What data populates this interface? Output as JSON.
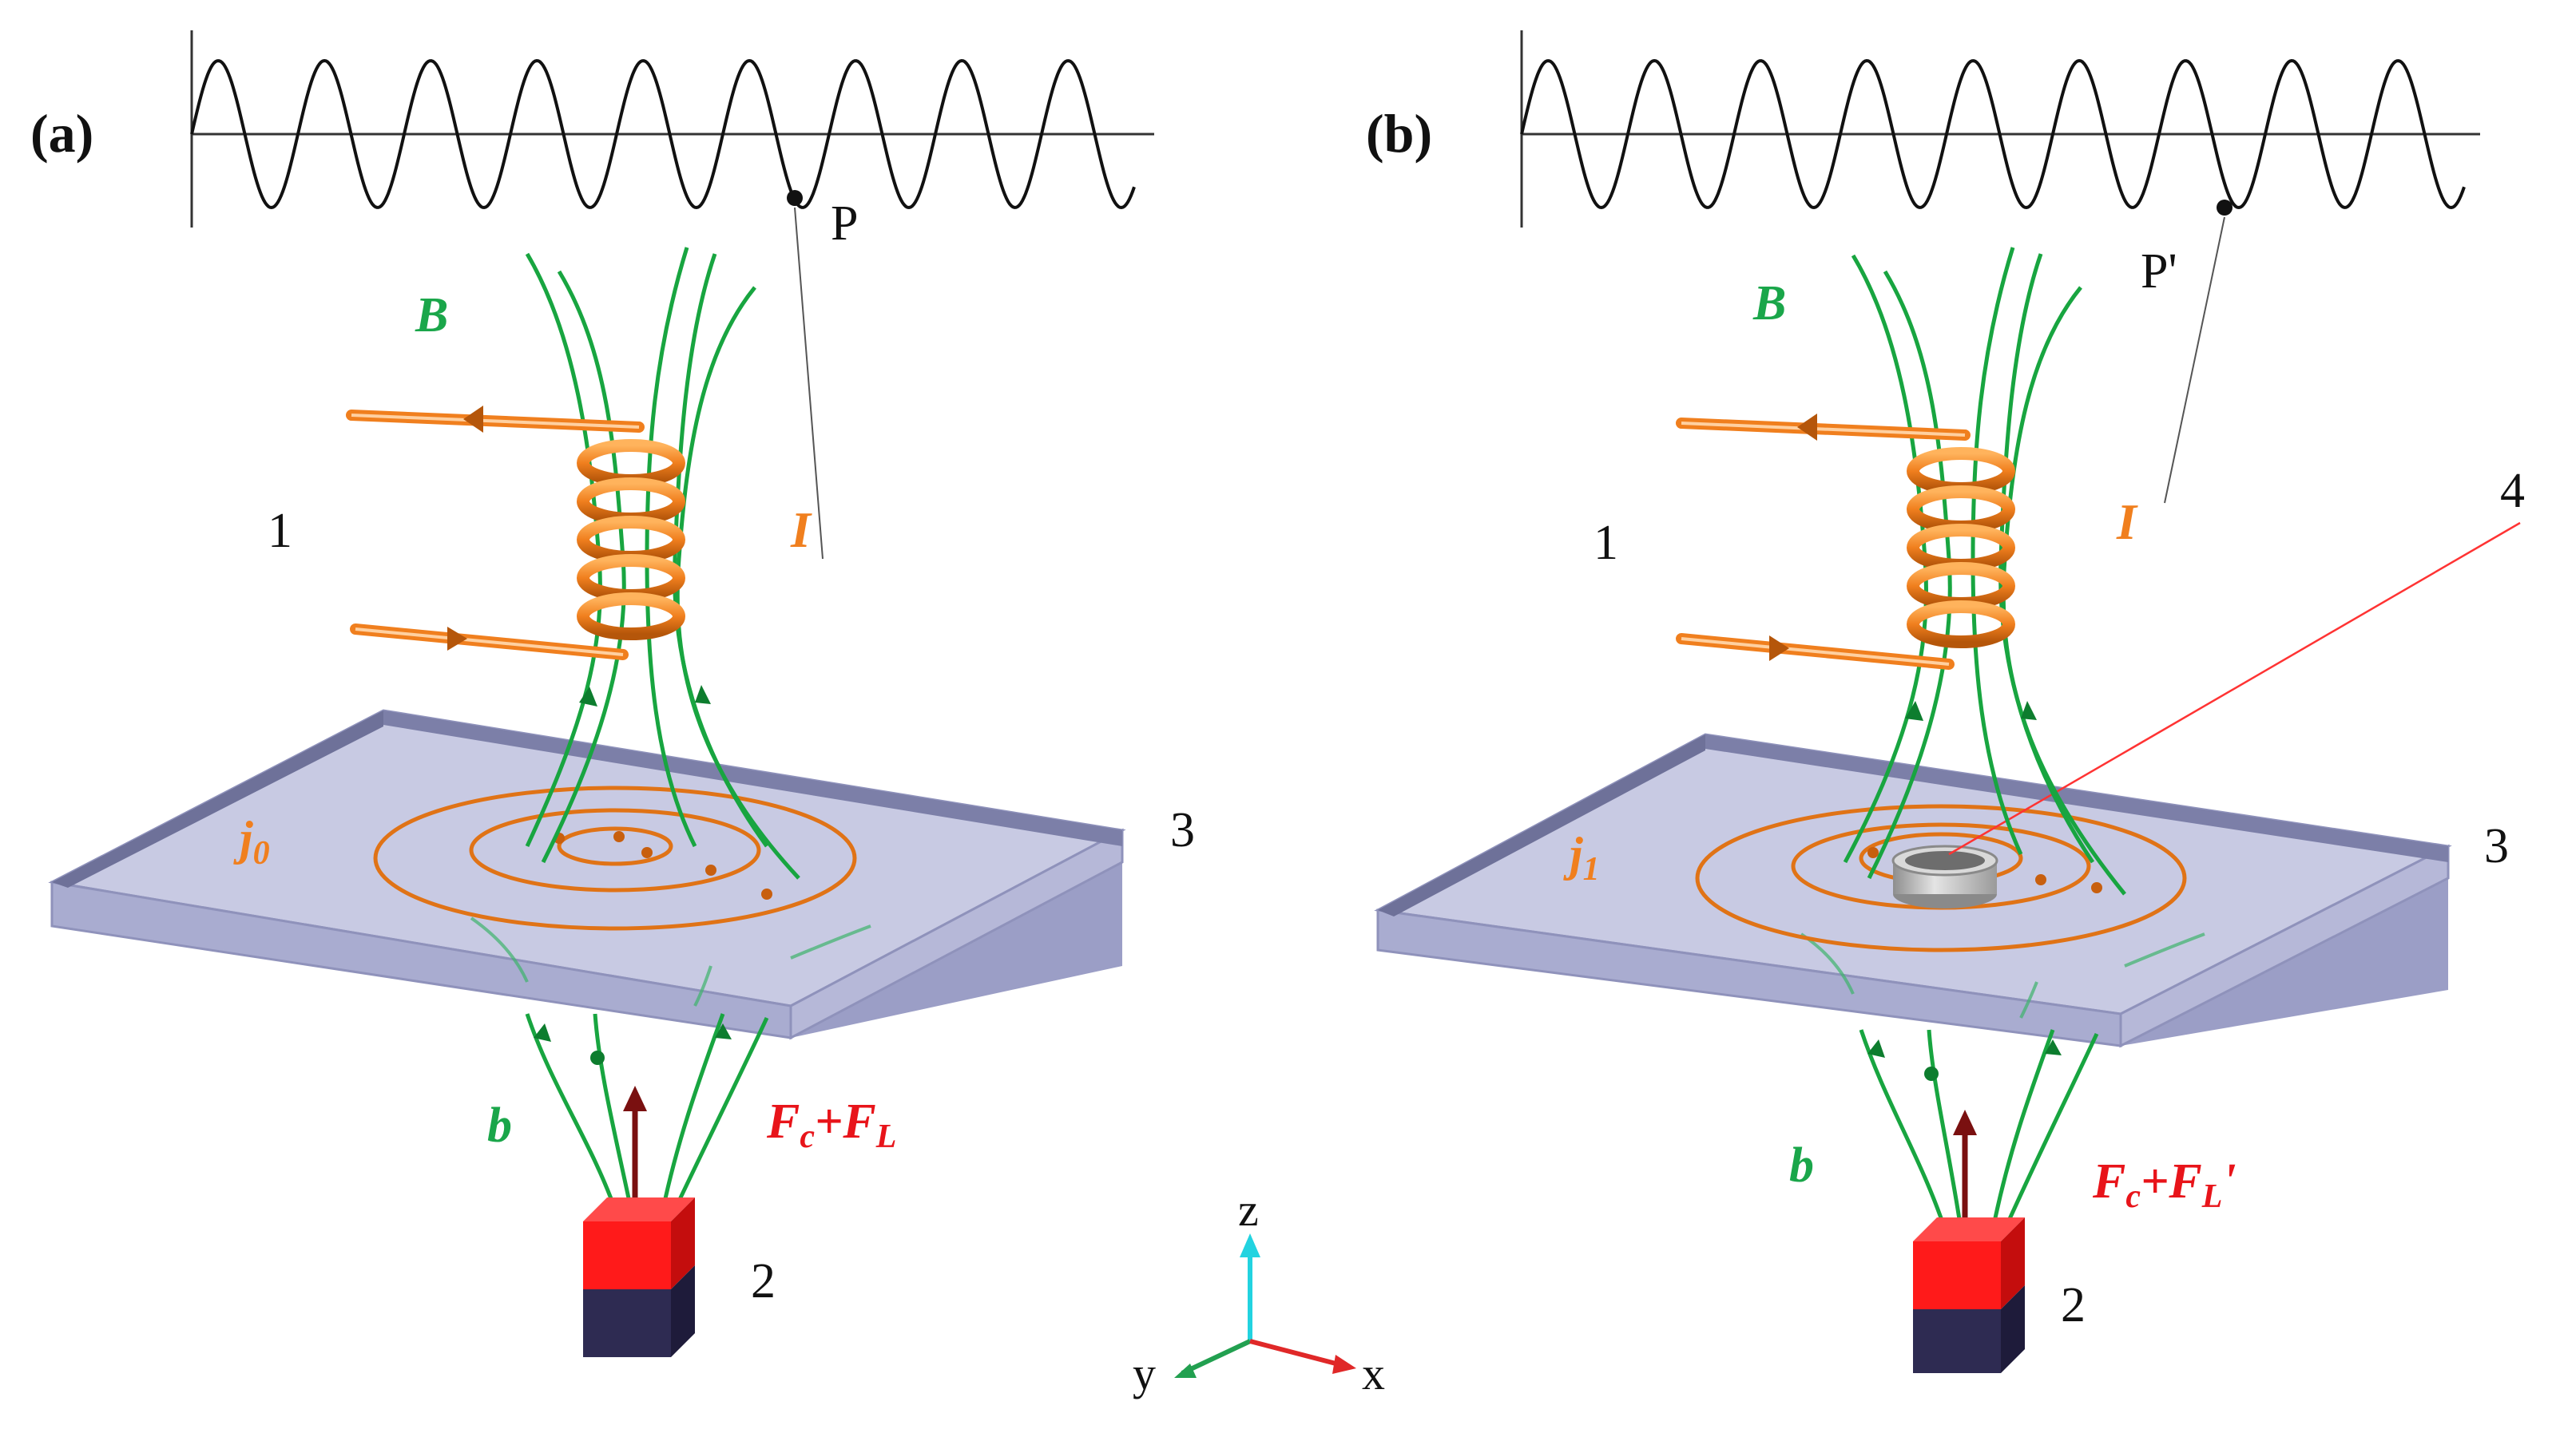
{
  "panels": [
    {
      "id": "a",
      "label": "(a)",
      "point_label": "P",
      "field_label": "B",
      "current_label": "I",
      "current_density_label": "j",
      "current_density_sub": "0",
      "magnet_field_label": "b",
      "force_label": "F",
      "force_sub_c": "c",
      "force_plus": "+F",
      "force_sub_l": "L",
      "force_prime": "",
      "coil_number": "1",
      "magnet_number": "2",
      "plate_number": "3",
      "defect_number": ""
    },
    {
      "id": "b",
      "label": "(b)",
      "point_label": "P'",
      "field_label": "B",
      "current_label": "I",
      "current_density_label": "j",
      "current_density_sub": "1",
      "magnet_field_label": "b",
      "force_label": "F",
      "force_sub_c": "c",
      "force_plus": "+F",
      "force_sub_l": "L",
      "force_prime": "'",
      "coil_number": "1",
      "magnet_number": "2",
      "plate_number": "3",
      "defect_number": "4"
    }
  ],
  "axes": {
    "z": "z",
    "y": "y",
    "x": "x"
  },
  "colors": {
    "coil": "#f07f1e",
    "field": "#1aa64a",
    "plate": "#c3c5e0",
    "magnet_top": "#ff1a1a",
    "magnet_bottom": "#2e2b52",
    "force_arrow": "#7a1010",
    "defect_line": "#ff3333",
    "axis_z": "#22d3e0",
    "axis_y": "#22a050",
    "axis_x": "#e02828"
  },
  "icons": [
    "helical-coil-icon",
    "plate-icon",
    "magnet-icon",
    "axis-triad-icon"
  ]
}
